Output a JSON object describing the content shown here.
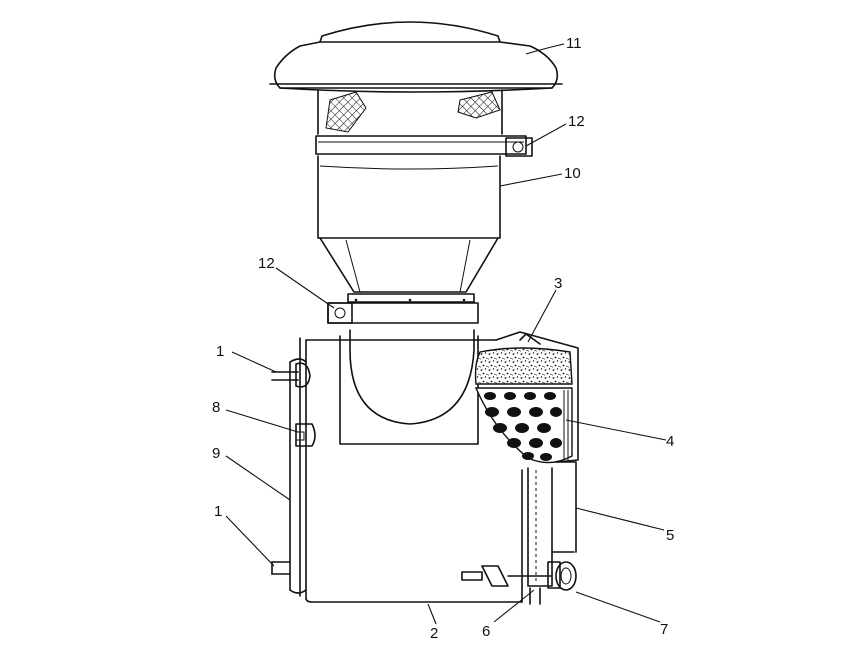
{
  "diagram": {
    "callouts": [
      {
        "id": "c11",
        "label": "11"
      },
      {
        "id": "c12a",
        "label": "12"
      },
      {
        "id": "c10",
        "label": "10"
      },
      {
        "id": "c12b",
        "label": "12"
      },
      {
        "id": "c3",
        "label": "3"
      },
      {
        "id": "c1a",
        "label": "1"
      },
      {
        "id": "c8",
        "label": "8"
      },
      {
        "id": "c9",
        "label": "9"
      },
      {
        "id": "c4",
        "label": "4"
      },
      {
        "id": "c1b",
        "label": "1"
      },
      {
        "id": "c5",
        "label": "5"
      },
      {
        "id": "c2",
        "label": "2"
      },
      {
        "id": "c6",
        "label": "6"
      },
      {
        "id": "c7",
        "label": "7"
      }
    ]
  }
}
